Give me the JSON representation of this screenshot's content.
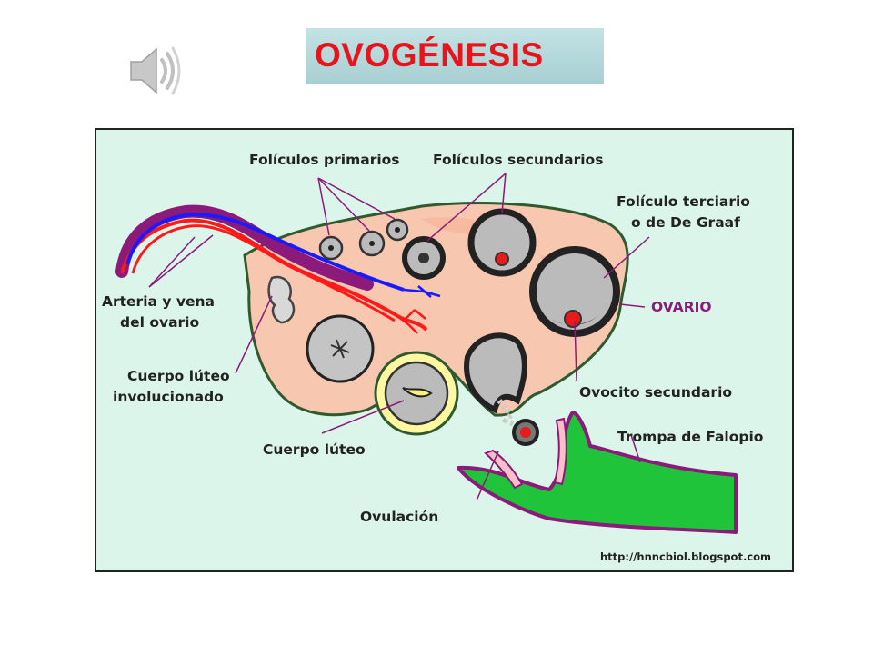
{
  "header": {
    "title": "OVOGÉNESIS",
    "speaker_icon": "speaker-icon"
  },
  "diagram": {
    "labels": {
      "foliculos_primarios": "Folículos primarios",
      "foliculos_secundarios": "Folículos secundarios",
      "foliculo_terciario_1": "Folículo terciario",
      "foliculo_terciario_2": "o de De Graaf",
      "arteria_vena_1": "Arteria y vena",
      "arteria_vena_2": "del ovario",
      "ovario": "OVARIO",
      "cuerpo_luteo_involucionado_1": "Cuerpo lúteo",
      "cuerpo_luteo_involucionado_2": "involucionado",
      "ovocito_secundario": "Ovocito secundario",
      "cuerpo_luteo": "Cuerpo lúteo",
      "trompa_de_falopio": "Trompa de Falopio",
      "ovulacion": "Ovulación",
      "source_url": "http://hnncbiol.blogspot.com"
    },
    "colors": {
      "title_text": "#e8141c",
      "background": "#dcf5ea",
      "ovary": "#f8c7b0",
      "artery": "#ff1a1a",
      "vein": "#1a1aff",
      "fallopian_tube": "#1fc43a",
      "outline": "#8b1a7a"
    }
  }
}
